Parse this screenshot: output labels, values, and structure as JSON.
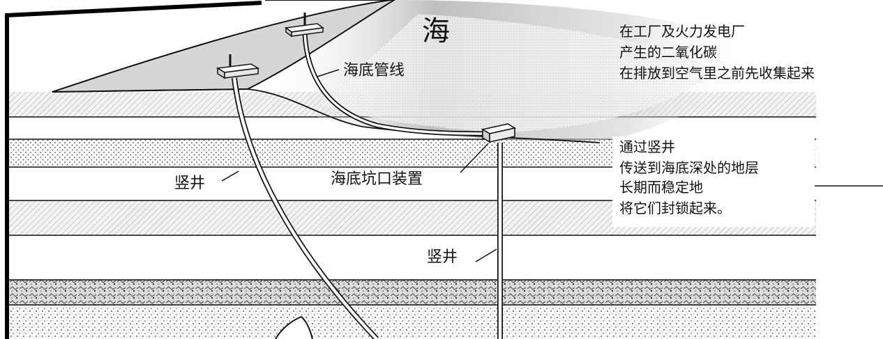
{
  "labels": {
    "sea": "海",
    "subsea_pipeline": "海底管线",
    "vertical_well_left": "竖井",
    "vertical_well_right": "竖井",
    "subsea_wellhead": "海底坑口装置"
  },
  "notes": {
    "capture": [
      "在工厂及火力发电厂",
      "产生的二氧化碳",
      "在排放到空气里之前先收集起来"
    ],
    "storage": [
      "通过竖井",
      "传送到海底深处的地层",
      "长期而稳定地",
      "将它们封锁起来。"
    ]
  },
  "colors": {
    "ink": "#111111",
    "land": "#d6d6d6",
    "sea_shade": "#b8b8b8",
    "background": "#ffffff"
  }
}
